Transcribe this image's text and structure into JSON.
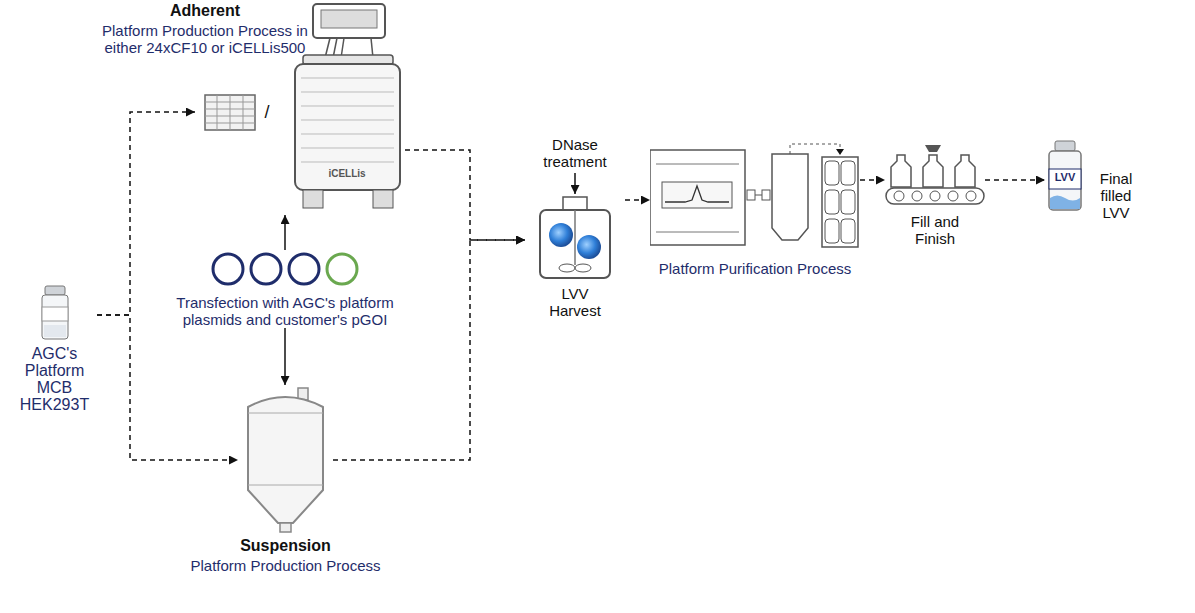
{
  "diagram": {
    "nodes": [
      {
        "text": [
          "AGC's Platform MCB HEK293T"
        ]
      },
      {
        "text": [
          "Adherent",
          "Platform Production Process in either 24xCF10 or iCELLis500"
        ]
      },
      {
        "text": [
          "Transfection with AGC's platform plasmids and customer's pGOI"
        ]
      },
      {
        "text": [
          "Suspension",
          "Platform Production Process"
        ]
      },
      {
        "text": [
          "LVV Harvest"
        ]
      },
      {
        "text": [
          "Platform Purification Process"
        ]
      },
      {
        "text": [
          "Fill and Finish"
        ]
      },
      {
        "text": [
          "Final filled LVV"
        ]
      }
    ],
    "edges": [
      {
        "from": 0,
        "to": 1,
        "arrow": "to"
      },
      {
        "from": 0,
        "to": 3,
        "arrow": "to"
      },
      {
        "from": 2,
        "to": 1,
        "arrow": "to"
      },
      {
        "from": 2,
        "to": 3,
        "arrow": "to"
      },
      {
        "from": 1,
        "to": 4,
        "arrow": "to"
      },
      {
        "from": 3,
        "to": 4,
        "arrow": "to"
      },
      {
        "from": 4,
        "to": 5,
        "arrow": "to"
      },
      {
        "from": 5,
        "to": 6,
        "arrow": "to"
      },
      {
        "from": 6,
        "to": 7,
        "arrow": "to"
      }
    ],
    "labels": [
      "/",
      "iCELLis",
      "DNase treatment",
      "LVV"
    ]
  }
}
